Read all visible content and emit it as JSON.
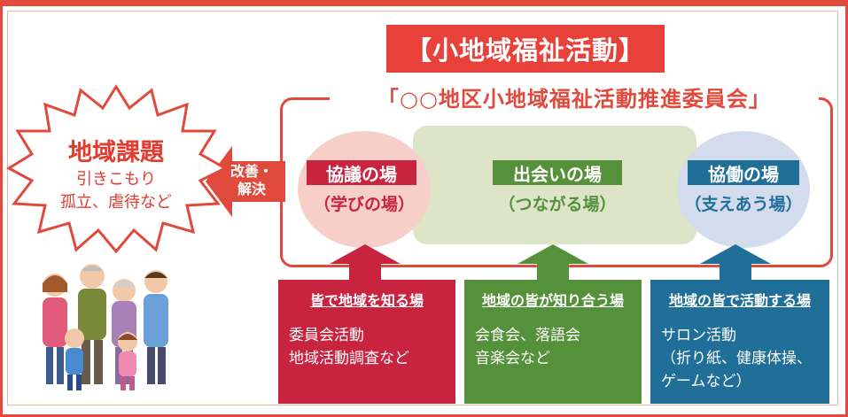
{
  "title": "【小地域福祉活動】",
  "committee": "「○○地区小地域福祉活動推進委員会」",
  "issue": {
    "title": "地域課題",
    "line1": "引きこもり",
    "line2": "孤立、虐待など"
  },
  "arrow_label": {
    "line1": "改善・",
    "line2": "解決"
  },
  "places": [
    {
      "name": "協議の場",
      "sub": "（学びの場）"
    },
    {
      "name": "出会いの場",
      "sub": "（つながる場）"
    },
    {
      "name": "協働の場",
      "sub": "（支えあう場）"
    }
  ],
  "boxes": [
    {
      "header": "皆で地域を知る場",
      "line1": "委員会活動",
      "line2": "地域活動調査など",
      "line3": ""
    },
    {
      "header": "地域の皆が知り合う場",
      "line1": "会食会、落語会",
      "line2": "音楽会など",
      "line3": ""
    },
    {
      "header": "地域の皆で活動する場",
      "line1": "サロン活動",
      "line2": "（折り紙、健康体操、",
      "line3": "ゲームなど）"
    }
  ],
  "colors": {
    "red": "#c8233f",
    "green": "#55913a",
    "blue": "#1f6f99",
    "accent": "#e8413a"
  }
}
